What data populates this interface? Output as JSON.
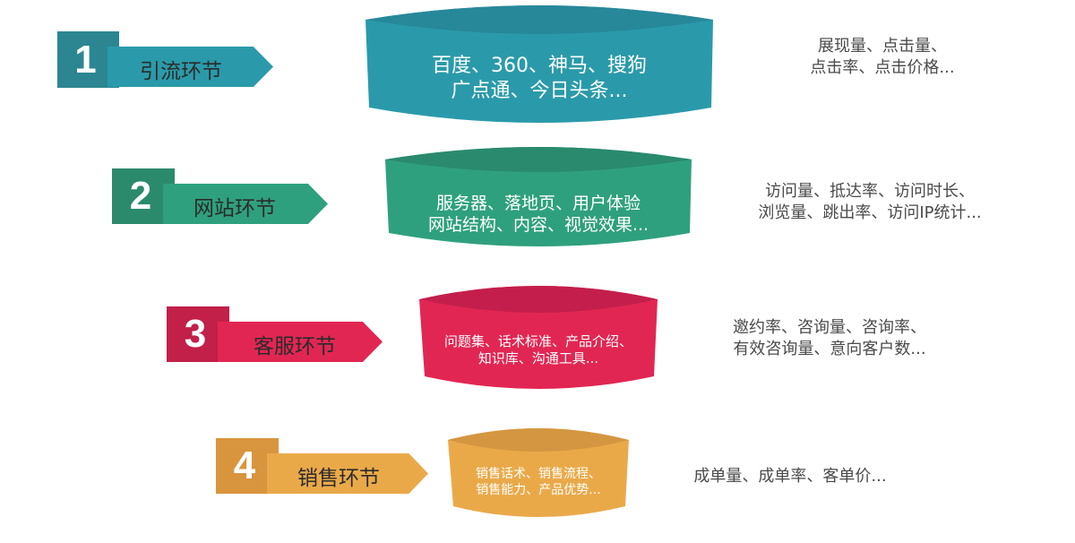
{
  "colors": {
    "stage1": "#2a9aaa",
    "stage1_dark": "#2b8691",
    "stage1_top": "#27889a",
    "stage2": "#2fa07d",
    "stage2_dark": "#2b8a6c",
    "stage2_top": "#2a8a6e",
    "stage3": "#e22653",
    "stage3_dark": "#c21f49",
    "stage3_top": "#c41f4c",
    "stage4": "#eaa949",
    "stage4_dark": "#d9953d",
    "stage4_top": "#d49640",
    "metric_text": "#4a4a4a"
  },
  "stages": [
    {
      "number": "1",
      "name": "引流环节",
      "tools_line1": "百度、360、神马、搜狗",
      "tools_line2": "广点通、今日头条...",
      "metrics_line1": "展现量、点击量、",
      "metrics_line2": "点击率、点击价格..."
    },
    {
      "number": "2",
      "name": "网站环节",
      "tools_line1": "服务器、落地页、用户体验",
      "tools_line2": "网站结构、内容、视觉效果...",
      "metrics_line1": "访问量、抵达率、访问时长、",
      "metrics_line2": "浏览量、跳出率、访问IP统计..."
    },
    {
      "number": "3",
      "name": "客服环节",
      "tools_line1": "问题集、话术标准、产品介绍、",
      "tools_line2": "知识库、沟通工具...",
      "metrics_line1": "邀约率、咨询量、咨询率、",
      "metrics_line2": "有效咨询量、意向客户数..."
    },
    {
      "number": "4",
      "name": "销售环节",
      "tools_line1": "销售话术、销售流程、",
      "tools_line2": "销售能力、产品优势...",
      "metrics_line1": "成单量、成单率、客单价..."
    }
  ]
}
